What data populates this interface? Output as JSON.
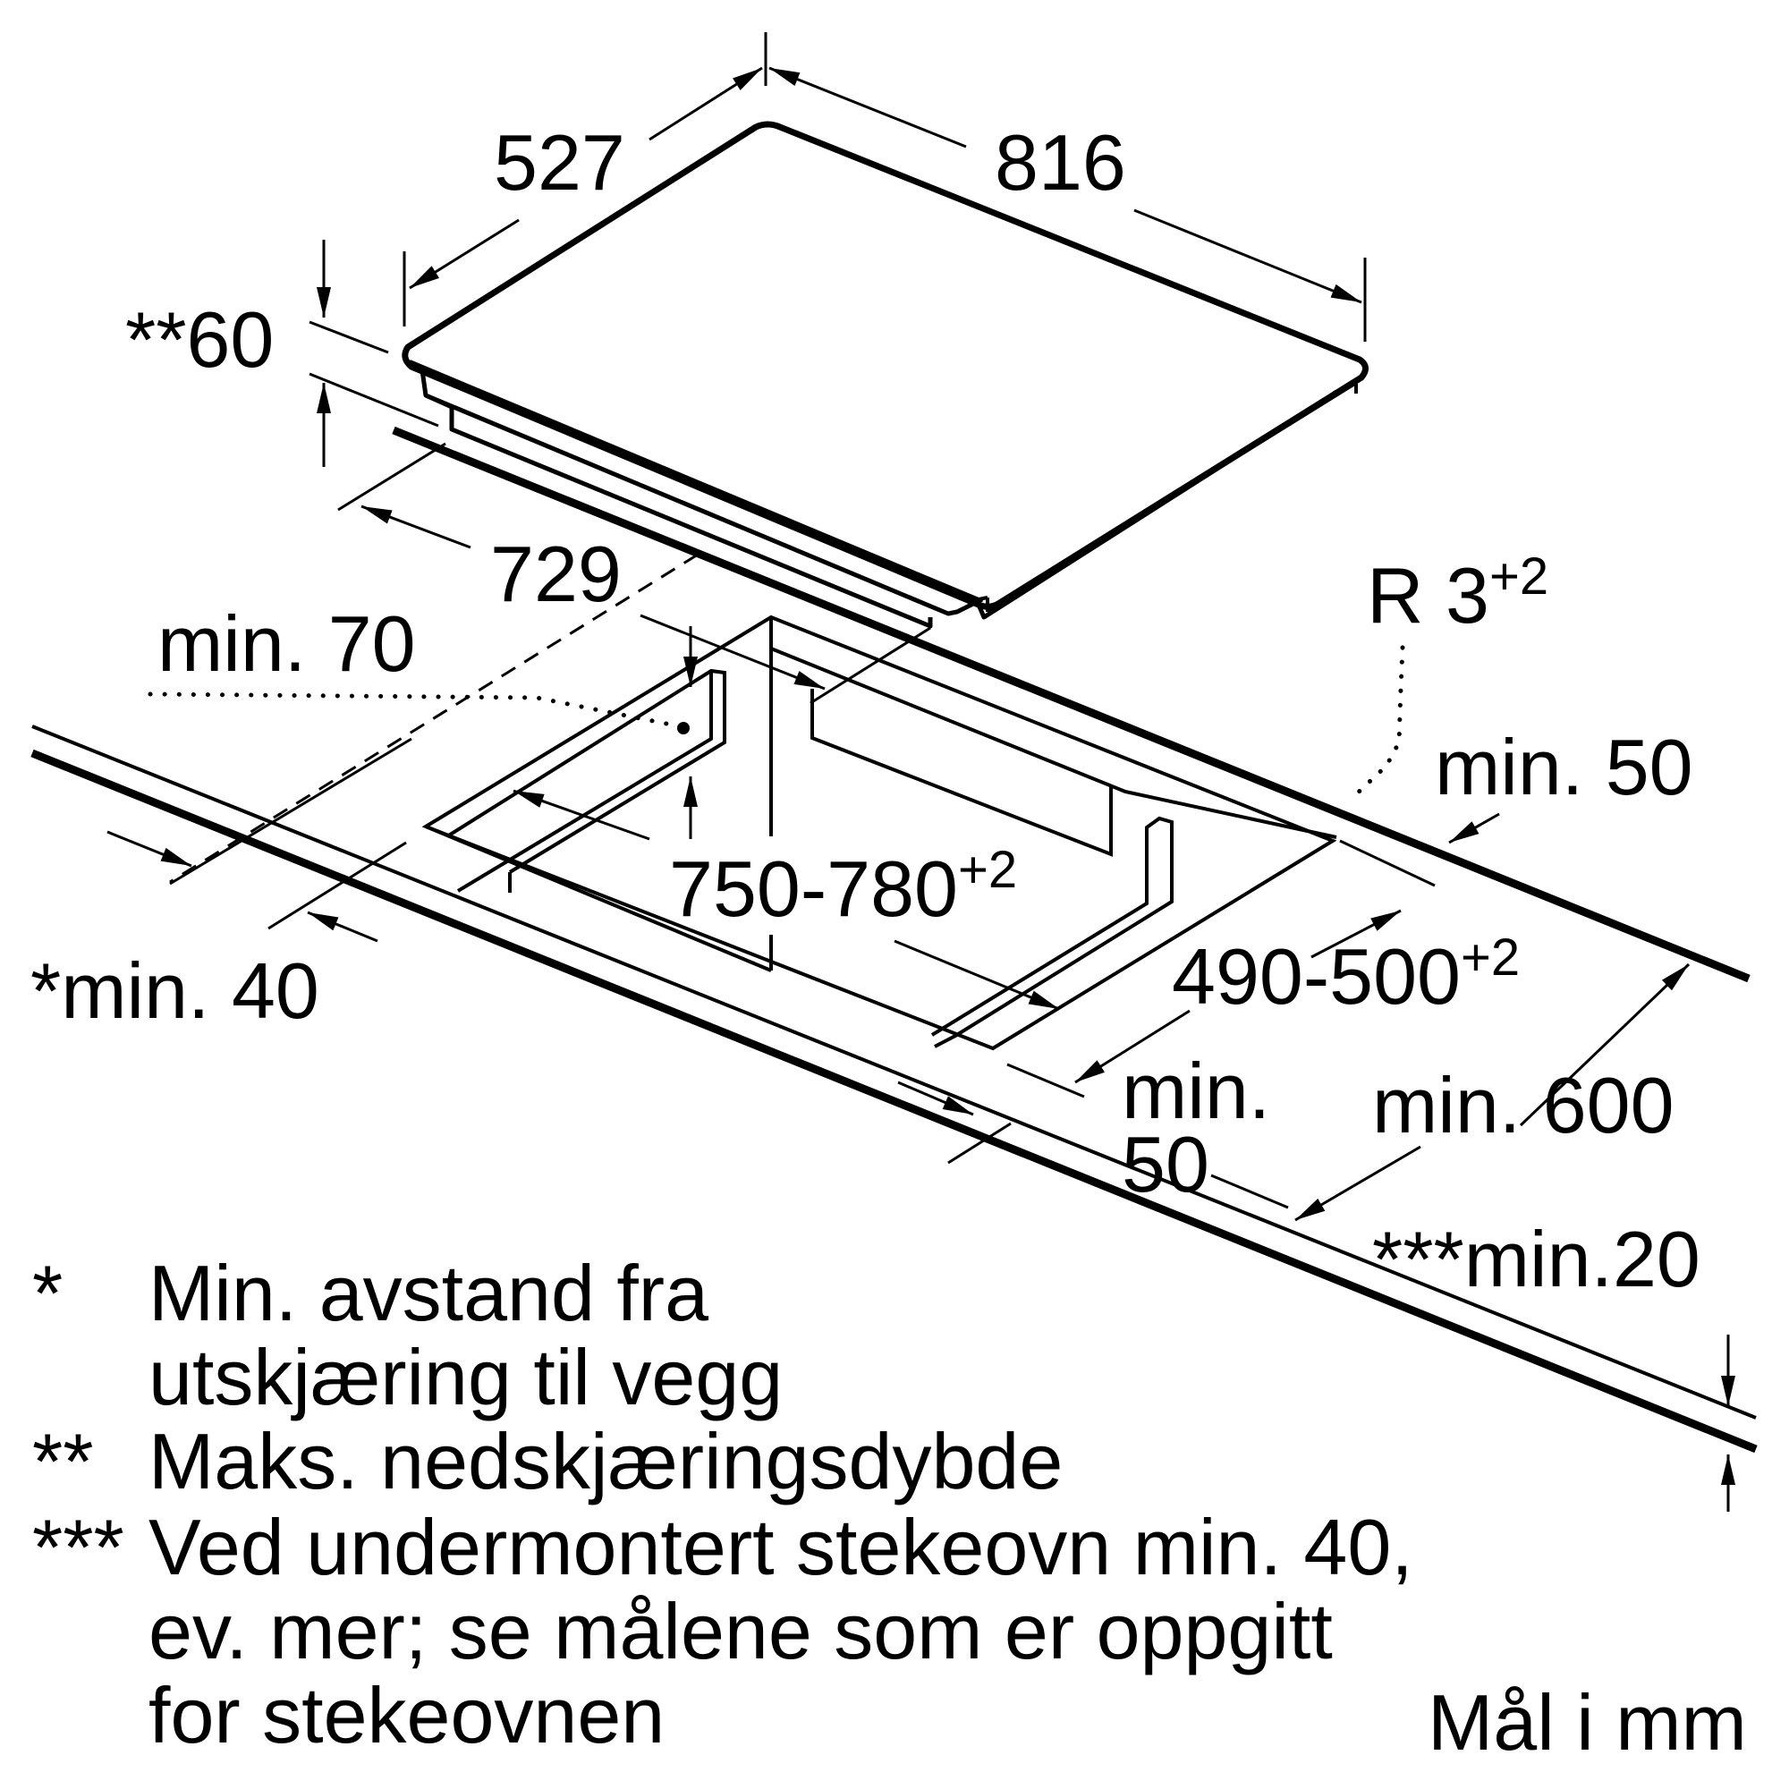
{
  "dimensions": {
    "hob_depth": "527",
    "hob_width": "816",
    "installation_depth": "**60",
    "hob_inner_width": "729",
    "corner_radius": "R 3",
    "corner_radius_tolerance": "+2",
    "min_70": "min. 70",
    "min_50_right": "min. 50",
    "cutout_width": "750-780",
    "cutout_width_tolerance": "+2",
    "cutout_depth": "490-500",
    "cutout_depth_tolerance": "+2",
    "min_40_wall": "*min. 40",
    "min_50_front_line1": "min.",
    "min_50_front_line2": "50",
    "min_600": "min. 600",
    "worktop_thickness": "***min.20"
  },
  "notes": [
    {
      "mark": "*",
      "lines": [
        "Min. avstand fra",
        "utskjæring til vegg"
      ]
    },
    {
      "mark": "**",
      "lines": [
        "Maks. nedskjæringsdybde"
      ]
    },
    {
      "mark": "***",
      "lines": [
        "Ved undermontert stekeovn min. 40,",
        "ev. mer; se målene som er oppgitt",
        "for stekeovnen"
      ]
    }
  ],
  "units_label": "Mål i mm"
}
